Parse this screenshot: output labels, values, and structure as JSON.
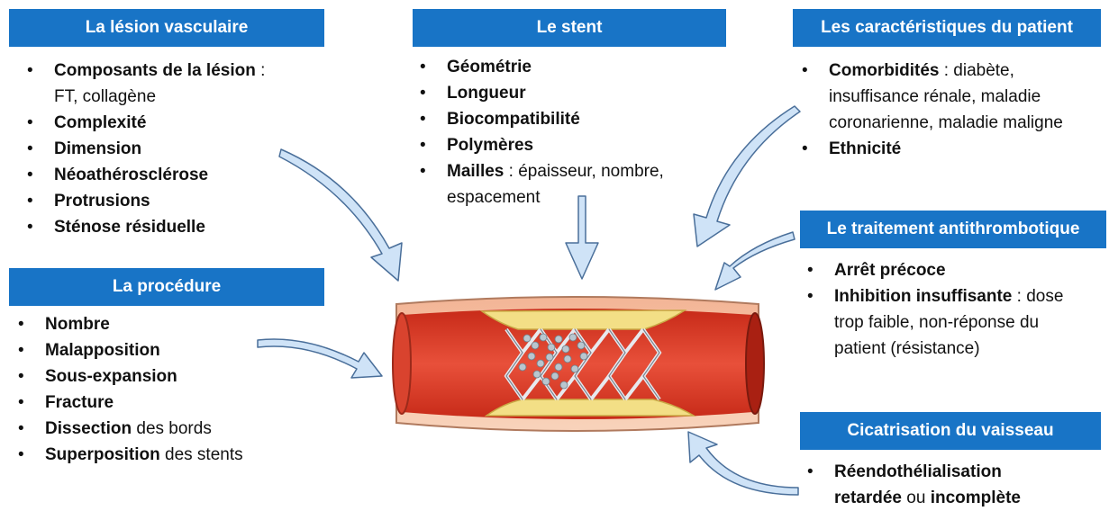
{
  "boxes": {
    "lesion": {
      "title": "La lésion vasculaire",
      "items": [
        {
          "bold": "Composants de la lésion",
          "rest": " :",
          "line2": "FT, collagène"
        },
        {
          "bold": "Complexité",
          "rest": ""
        },
        {
          "bold": "Dimension",
          "rest": ""
        },
        {
          "bold": "Néoathérosclérose",
          "rest": ""
        },
        {
          "bold": "Protrusions",
          "rest": ""
        },
        {
          "bold": "Sténose résiduelle",
          "rest": ""
        }
      ]
    },
    "stent": {
      "title": "Le stent",
      "items": [
        {
          "bold": "Géométrie",
          "rest": ""
        },
        {
          "bold": "Longueur",
          "rest": ""
        },
        {
          "bold": "Biocompatibilité",
          "rest": ""
        },
        {
          "bold": "Polymères",
          "rest": ""
        },
        {
          "bold": "Mailles",
          "rest": " : épaisseur, nombre,",
          "line2": "espacement"
        }
      ]
    },
    "patient": {
      "title": "Les caractéristiques du patient",
      "items": [
        {
          "bold": "Comorbidités",
          "rest": " : diabète,",
          "line2": "insuffisance rénale, maladie",
          "line3": "coronarienne, maladie maligne"
        },
        {
          "bold": "Ethnicité",
          "rest": ""
        }
      ]
    },
    "procedure": {
      "title": "La procédure",
      "items": [
        {
          "bold": "Nombre",
          "rest": ""
        },
        {
          "bold": "Malapposition",
          "rest": ""
        },
        {
          "bold": "Sous-expansion",
          "rest": ""
        },
        {
          "bold": "Fracture",
          "rest": ""
        },
        {
          "bold": "Dissection",
          "rest": " des bords"
        },
        {
          "bold": "Superposition",
          "rest": " des stents"
        }
      ]
    },
    "antithrombotic": {
      "title": "Le traitement antithrombotique",
      "items": [
        {
          "bold": "Arrêt précoce",
          "rest": ""
        },
        {
          "bold": "Inhibition insuffisante",
          "rest": " : dose",
          "line2": "trop faible, non-réponse du",
          "line3": "patient (résistance)"
        }
      ]
    },
    "healing": {
      "title": "Cicatrisation du vaisseau",
      "items": [
        {
          "bold": "Réendothélialisation",
          "rest": "",
          "line2_bold": "retardée",
          "line2_mid": " ou ",
          "line2_bold2": "incomplète"
        }
      ]
    }
  },
  "colors": {
    "header": "#1874c6",
    "arrow_fill": "#cfe3f7",
    "arrow_stroke": "#4a6f9a",
    "vessel_wall": "#f6c7a8",
    "vessel_lumen": "#e0412c",
    "plaque": "#f4e08a",
    "stent_struts": "#c8ccd4"
  },
  "icons": {
    "center": "stented-vessel-illustration",
    "arrows": "curved-arrow-icon"
  }
}
